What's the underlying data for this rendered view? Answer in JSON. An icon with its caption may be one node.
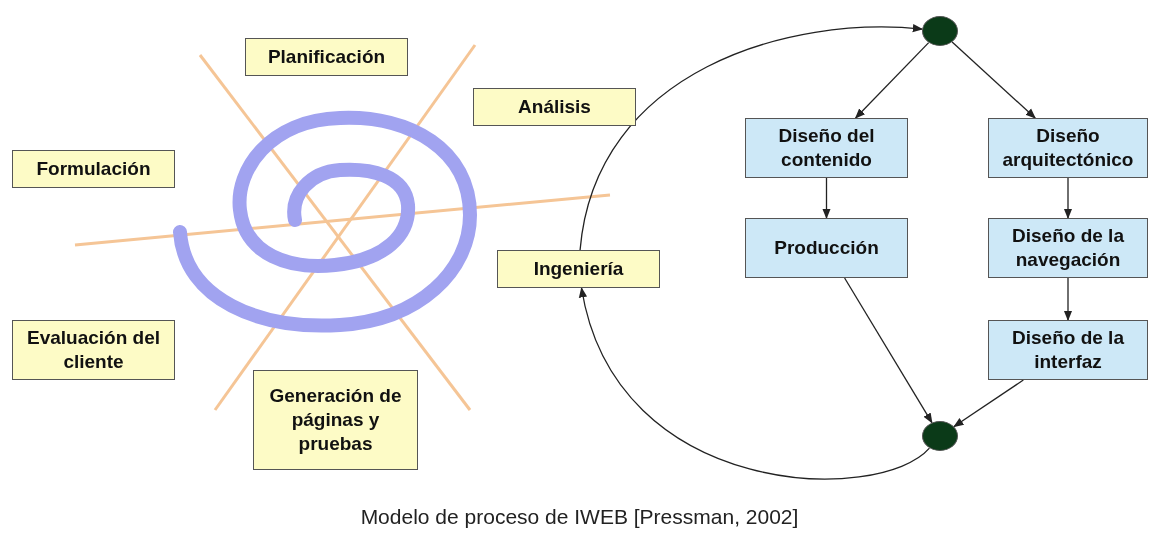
{
  "diagram": {
    "caption": "Modelo de proceso de IWEB [Pressman, 2002]",
    "nodes": [
      {
        "text": [
          "Planificación"
        ]
      },
      {
        "text": [
          "Análisis"
        ]
      },
      {
        "text": [
          "Formulación"
        ]
      },
      {
        "text": [
          "Ingeniería"
        ]
      },
      {
        "text": [
          "Evaluación del cliente"
        ]
      },
      {
        "text": [
          "Generación de páginas y pruebas"
        ]
      },
      {
        "text": [],
        "shape": "circle"
      },
      {
        "text": [
          "Diseño del contenido"
        ]
      },
      {
        "text": [
          "Diseño arquitectónico"
        ]
      },
      {
        "text": [
          "Producción"
        ]
      },
      {
        "text": [
          "Diseño de la navegación"
        ]
      },
      {
        "text": [
          "Diseño de la interfaz"
        ]
      },
      {
        "text": [],
        "shape": "circle"
      }
    ],
    "edges": [
      {
        "from": 3,
        "to": 6,
        "arrow": "to"
      },
      {
        "from": 6,
        "to": 7,
        "arrow": "to"
      },
      {
        "from": 6,
        "to": 8,
        "arrow": "to"
      },
      {
        "from": 7,
        "to": 9,
        "arrow": "to"
      },
      {
        "from": 8,
        "to": 10,
        "arrow": "to"
      },
      {
        "from": 10,
        "to": 11,
        "arrow": "to"
      },
      {
        "from": 9,
        "to": 12,
        "arrow": "to"
      },
      {
        "from": 11,
        "to": 12,
        "arrow": "to"
      },
      {
        "from": 12,
        "to": 3,
        "arrow": "to"
      }
    ]
  }
}
